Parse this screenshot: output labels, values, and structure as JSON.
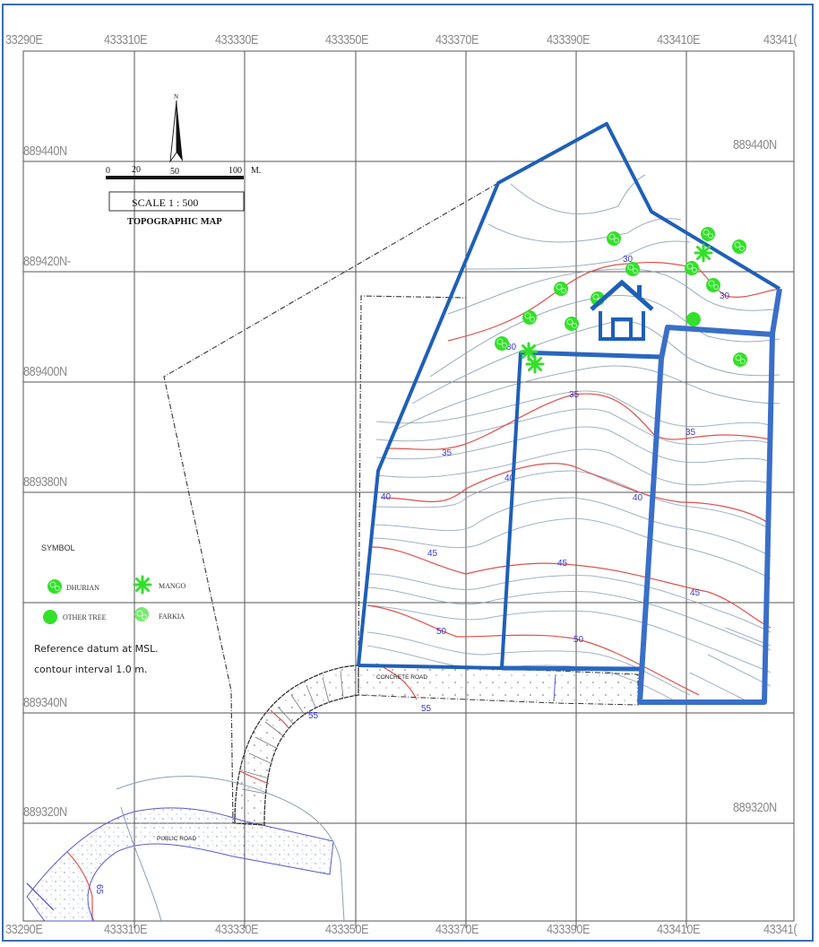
{
  "map": {
    "title": "TOPOGRAPHIC MAP",
    "scale_label": "SCALE 1 : 500",
    "north_label": "N",
    "scale_bar": {
      "ticks": [
        "0",
        "20",
        "50",
        "100"
      ],
      "unit": "M."
    },
    "easting_labels": [
      "33290E",
      "433310E",
      "433330E",
      "433350E",
      "433370E",
      "433390E",
      "433410E",
      "43341("
    ],
    "northing_labels_left": [
      "889440N",
      "889420N-",
      "889400N",
      "889380N",
      "889340N",
      "889320N"
    ],
    "northing_labels_right": [
      "889440N",
      "889320N"
    ],
    "legend": {
      "title": "SYMBOL",
      "items": [
        {
          "label": "DHURIAN",
          "symbol": "dhurian-tree-icon"
        },
        {
          "label": "MANGO",
          "symbol": "mango-tree-icon"
        },
        {
          "label": "OTHER TREE",
          "symbol": "other-tree-icon"
        },
        {
          "label": "FARKIA",
          "symbol": "farkia-tree-icon"
        }
      ],
      "note_datum": "Reference datum at MSL.",
      "note_interval": "contour interval 1.0 m."
    },
    "road_labels": {
      "concrete": "CONCRETE ROAD",
      "public": "PUBLIC ROAD"
    },
    "contour_labels": [
      "30",
      "30",
      "30",
      "35",
      "35",
      "35",
      "40",
      "40",
      "40",
      "45",
      "45",
      "45",
      "50",
      "50",
      "55",
      "55",
      "65"
    ],
    "colors": {
      "parcel_outline": "#1f5fb8",
      "contour_index": "#e0504a",
      "contour_minor": "#8a9fb8",
      "contour_label": "#3a3ad0",
      "tree": "#33e02a",
      "grid": "#555555",
      "frame": "#3b6fb0",
      "house_icon": "#1f5fb8"
    }
  }
}
